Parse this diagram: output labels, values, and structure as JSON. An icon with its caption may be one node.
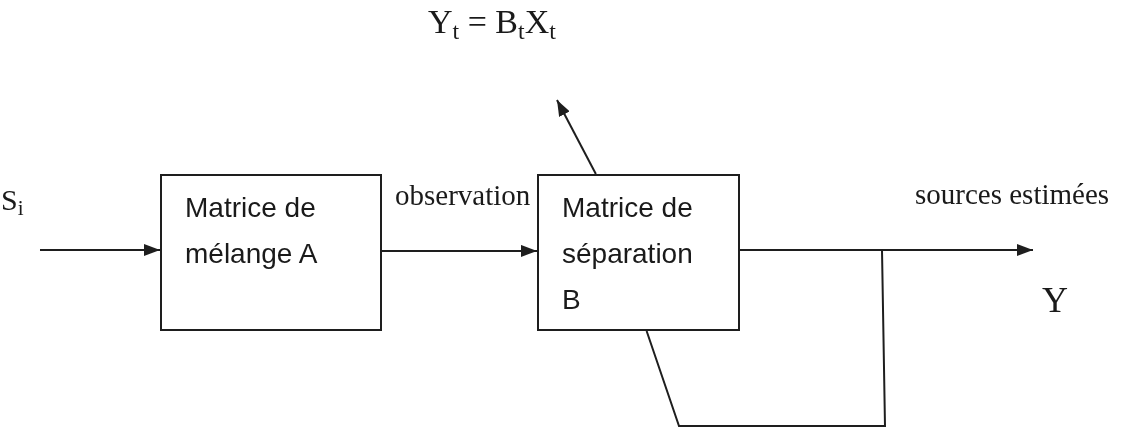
{
  "diagram": {
    "nodes": [
      {
        "text": [
          "Matrice de mélange A"
        ]
      },
      {
        "text": [
          "Matrice de séparation B"
        ]
      }
    ],
    "edges": [
      {
        "from": null,
        "to": 0,
        "arrow": "to"
      },
      {
        "from": 0,
        "to": 1,
        "arrow": "to",
        "label": "observation"
      },
      {
        "from": 1,
        "to": null,
        "arrow": "to"
      },
      {
        "from": 1,
        "to": null,
        "arrow": "to",
        "label": "sources estimées"
      },
      {
        "from": 1,
        "to": 1,
        "arrow": "none"
      }
    ],
    "labels": [
      "Y$_{t}$ = B$_{t}$X$_{t}$",
      "S$_{i}$",
      "Y"
    ]
  }
}
